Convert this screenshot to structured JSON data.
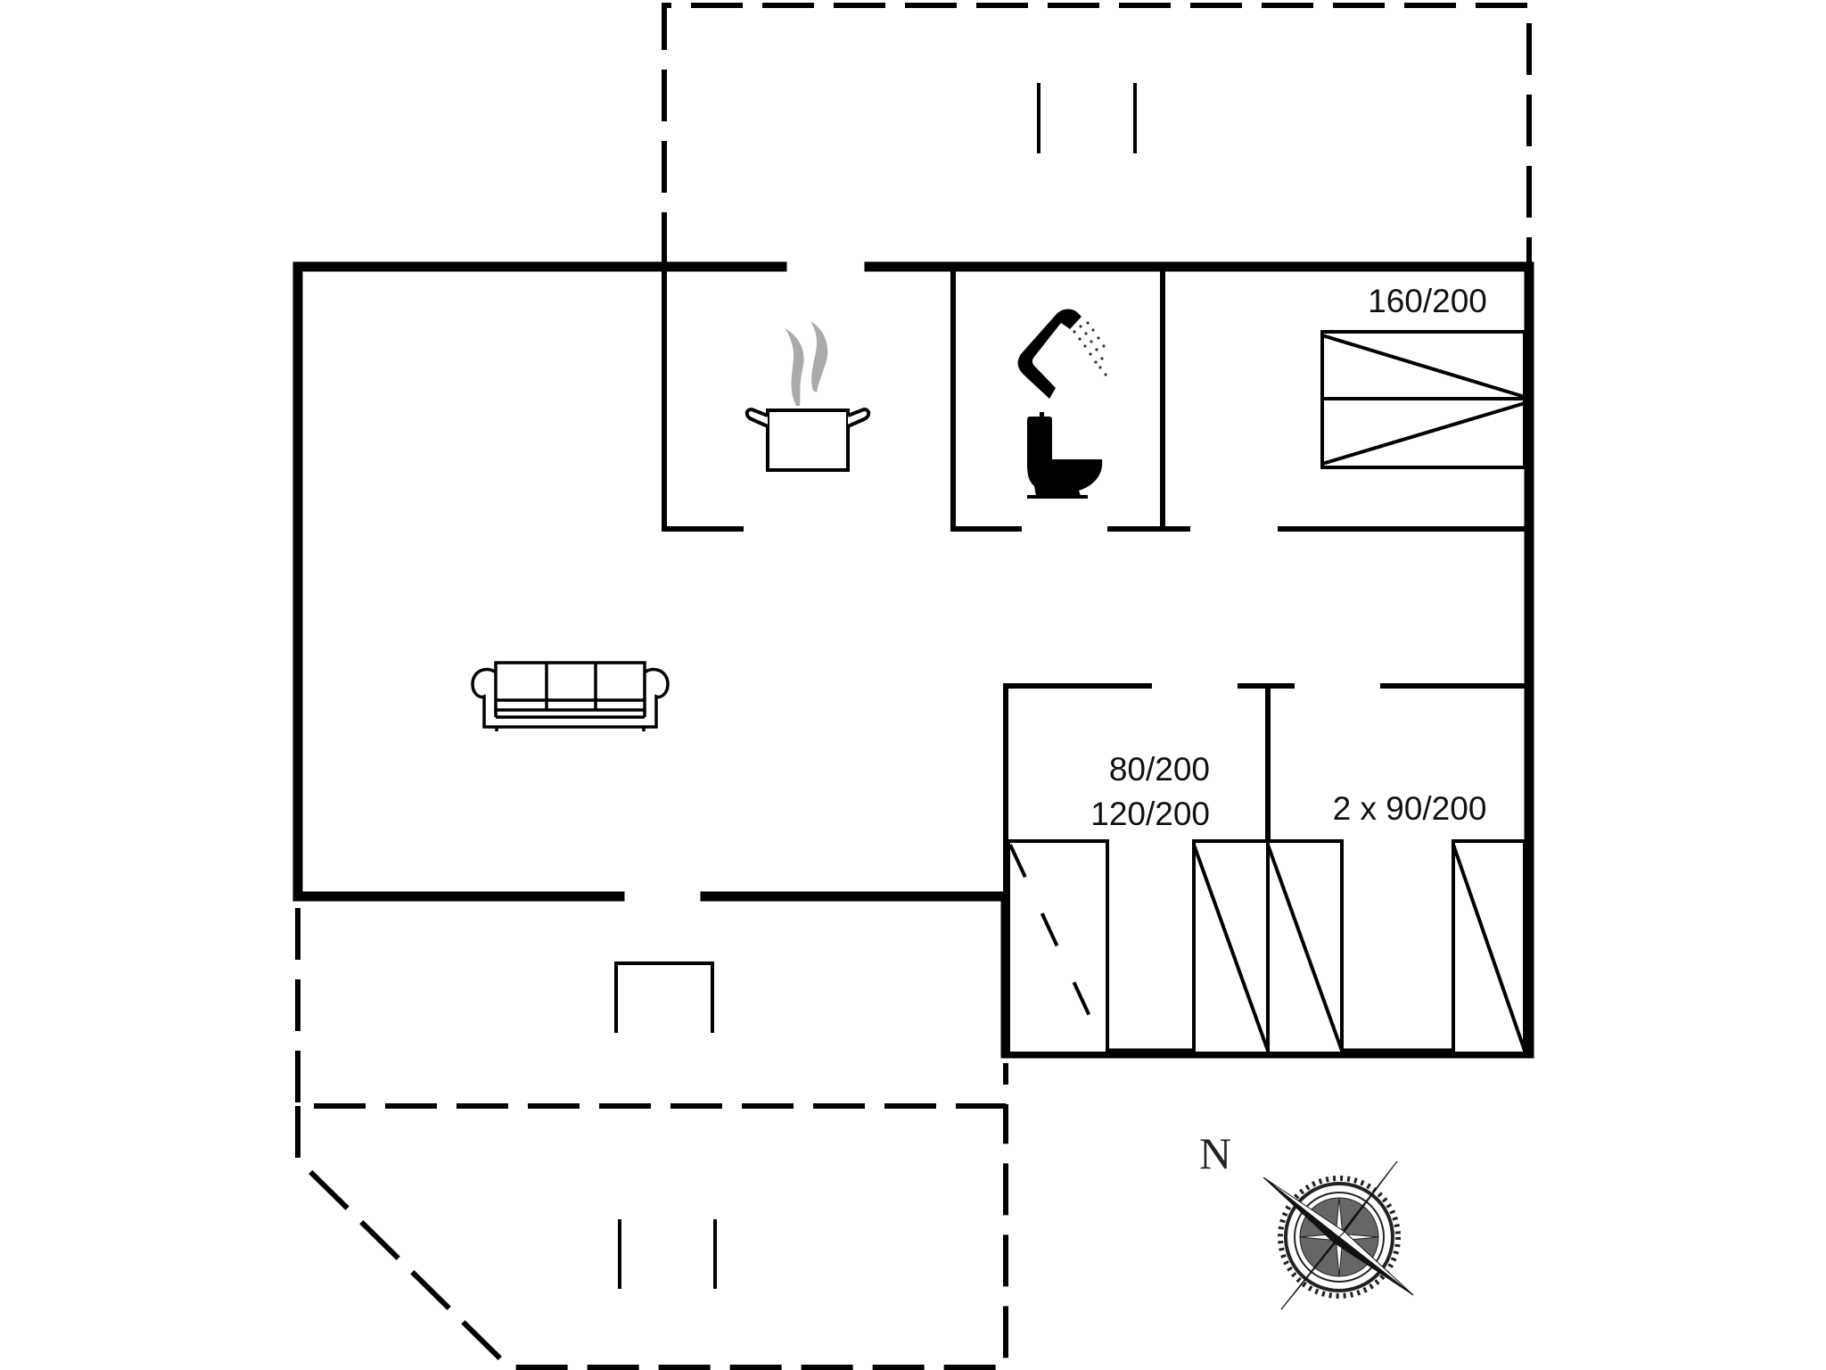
{
  "floorplan": {
    "rooms": {
      "living_room": {
        "icon": "sofa-icon"
      },
      "kitchen": {
        "icon": "cooking-pot-icon"
      },
      "bathroom": {
        "icons": [
          "shower-icon",
          "toilet-icon"
        ]
      },
      "bedroom_1": {
        "bed_label": "160/200",
        "icon": "double-bed-icon"
      },
      "bedroom_2": {
        "bed_label_line1": "80/200",
        "bed_label_line2": "120/200",
        "icon": "bed-icon"
      },
      "bedroom_3": {
        "bed_label": "2 x 90/200",
        "icon": "single-bed-icon"
      }
    },
    "outdoor_areas": [
      "terrace-north",
      "terrace-south",
      "carport-south"
    ],
    "compass": {
      "label": "N",
      "icon": "compass-rose-icon"
    },
    "colors": {
      "walls": "#000000",
      "steam": "#aaaaaa",
      "background": "#ffffff"
    }
  }
}
